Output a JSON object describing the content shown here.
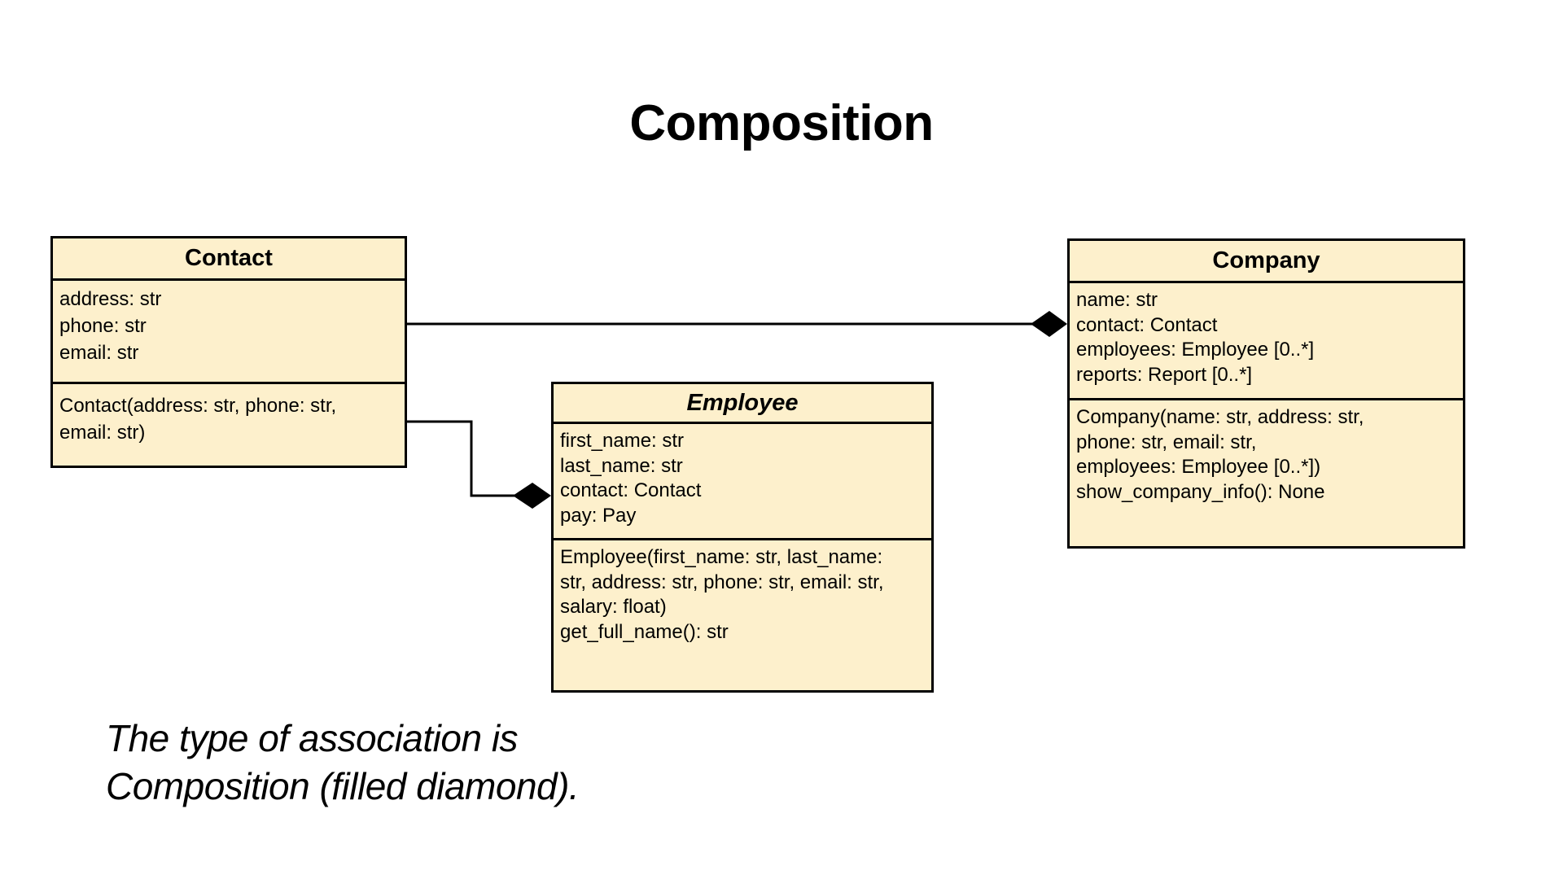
{
  "diagram": {
    "title": "Composition",
    "classes": {
      "contact": {
        "name": "Contact",
        "attributes": [
          "address: str",
          "phone: str",
          "email: str"
        ],
        "operations": [
          "Contact(address: str, phone: str,",
          "email: str)"
        ]
      },
      "employee": {
        "name": "Employee",
        "attributes": [
          "first_name: str",
          "last_name: str",
          "contact: Contact",
          "pay: Pay"
        ],
        "operations": [
          "Employee(first_name: str, last_name:",
          "str, address: str, phone: str, email: str,",
          "salary: float)",
          "get_full_name(): str"
        ]
      },
      "company": {
        "name": "Company",
        "attributes": [
          "name: str",
          "contact: Contact",
          "employees: Employee [0..*]",
          "reports: Report [0..*]"
        ],
        "operations": [
          "Company(name: str, address: str,",
          "phone: str, email: str,",
          "employees: Employee [0..*])",
          "show_company_info(): None"
        ]
      }
    },
    "relationships": [
      {
        "from": "Contact",
        "to": "Company",
        "type": "composition",
        "marker": "filled-diamond"
      },
      {
        "from": "Contact",
        "to": "Employee",
        "type": "composition",
        "marker": "filled-diamond"
      }
    ],
    "caption": [
      "The type of association is",
      "Composition (filled diamond)."
    ],
    "colors": {
      "class_fill": "#fdf0cc",
      "stroke": "#000000",
      "background": "#ffffff"
    }
  }
}
